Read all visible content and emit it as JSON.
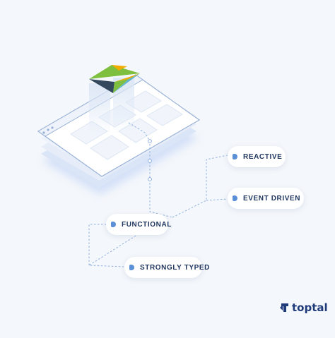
{
  "labels": {
    "reactive": "REACTIVE",
    "event_driven": "EVENT DRIVEN",
    "functional": "FUNCTIONAL",
    "strongly_typed": "STRONGLY TYPED"
  },
  "brand": {
    "name": "toptal",
    "icon": "toptal-logo-icon"
  },
  "logo": {
    "icon": "elm-tangram-icon",
    "colors": [
      "#7fbf3f",
      "#f0ad00",
      "#5fb4ca",
      "#60b5cc",
      "#34495e"
    ]
  },
  "colors": {
    "background": "#f4f7fb",
    "line": "#8fb0dd",
    "label_text": "#20365f",
    "accent": "#5b8fd6",
    "brand": "#1f3a7a"
  }
}
